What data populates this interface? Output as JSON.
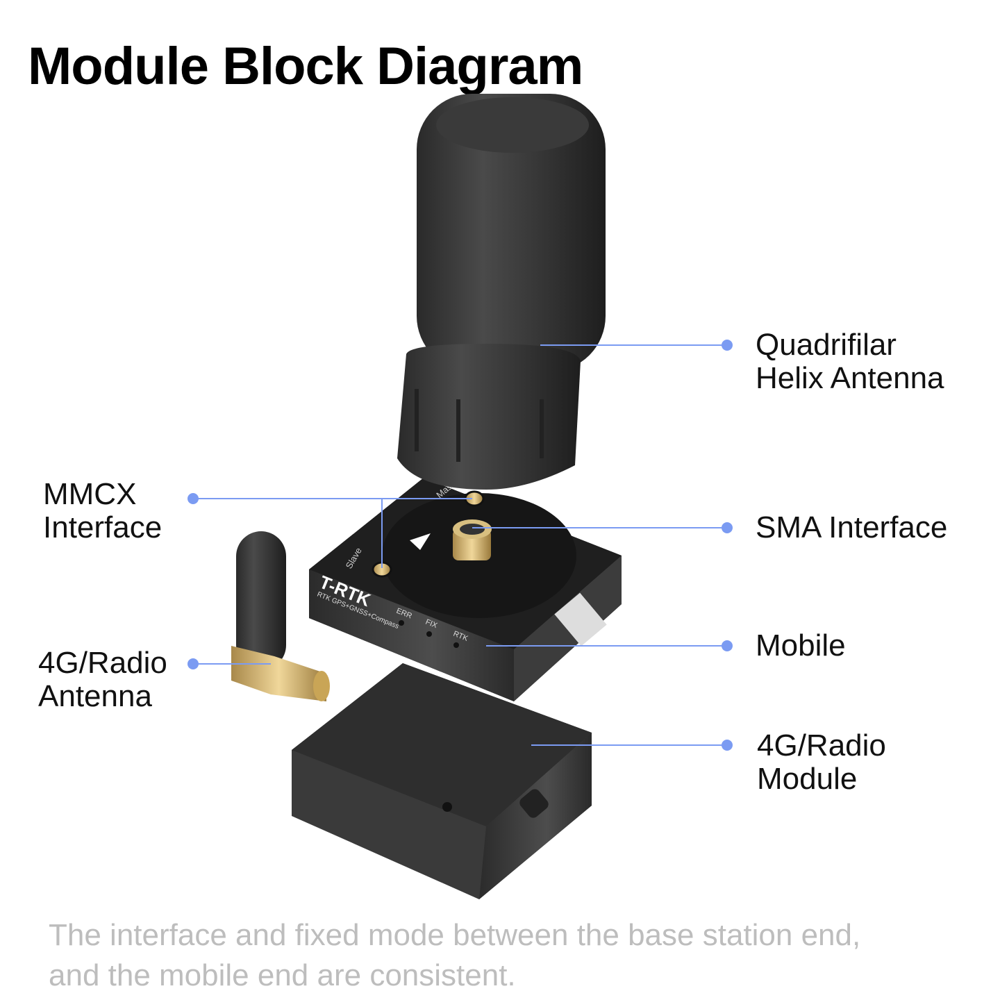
{
  "title": "Module Block Diagram",
  "labels": {
    "quadrifilar": [
      "Quadrifilar",
      "Helix Antenna"
    ],
    "mmcx": [
      "MMCX",
      "Interface"
    ],
    "sma": "SMA Interface",
    "mobile": "Mobile",
    "radio_antenna": [
      "4G/Radio",
      "Antenna"
    ],
    "radio_module": [
      "4G/Radio",
      "Module"
    ]
  },
  "device": {
    "brand": "T-RTK",
    "subtitle": "RTK GPS+GNSS+Compass",
    "leds": [
      "ERR",
      "FIX",
      "RTK"
    ],
    "port_slave": "Slave",
    "port_master": "Master"
  },
  "caption": [
    "The interface and fixed mode between the base station end,",
    "and the mobile end are consistent."
  ],
  "colors": {
    "leader": "#7b9bf2",
    "caption": "#bdbdbd"
  }
}
